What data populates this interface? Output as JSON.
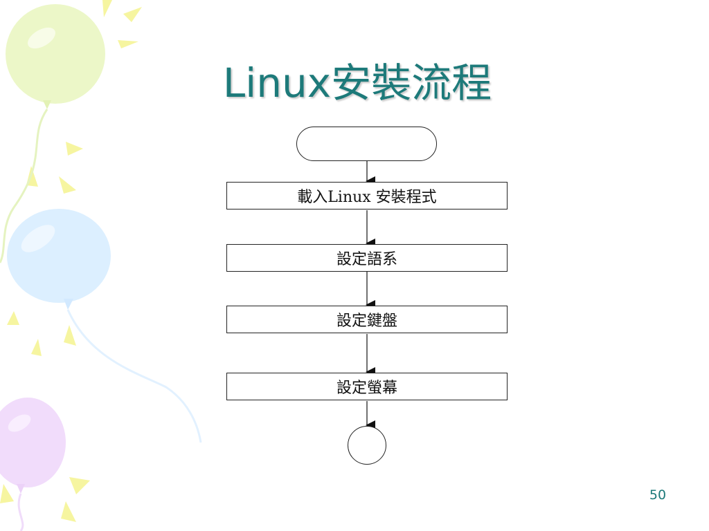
{
  "slide": {
    "title": "Linux安裝流程",
    "page_number": "50"
  },
  "flowchart": {
    "steps": [
      {
        "label": "載入Linux 安裝程式"
      },
      {
        "label": "設定語系"
      },
      {
        "label": "設定鍵盤"
      },
      {
        "label": "設定螢幕"
      }
    ]
  },
  "colors": {
    "title": "#1d7a7a",
    "balloon_green": "#ecf7c8",
    "balloon_blue": "#dcefff",
    "balloon_purple": "#f1dcfb",
    "ray_yellow": "#f6f5a0"
  },
  "icons": [
    "balloon-green-icon",
    "balloon-blue-icon",
    "balloon-purple-icon"
  ]
}
